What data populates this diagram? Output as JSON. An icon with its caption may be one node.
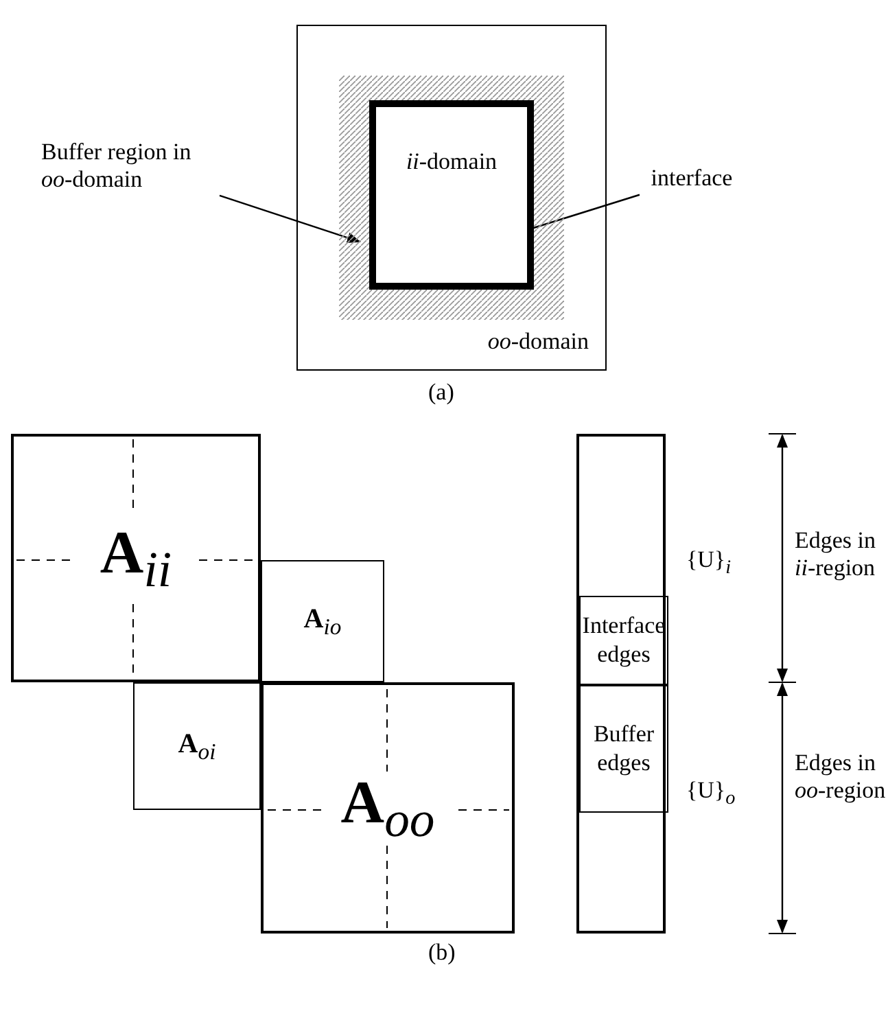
{
  "diagram": {
    "nodes": [
      {
        "text": [
          "*oo*-domain"
        ]
      },
      {
        "text": [],
        "shape": "box",
        "in": 0
      },
      {
        "text": [
          "*ii*-domain"
        ],
        "in": 1
      },
      {
        "text": [
          "Buffer region in *oo*-domain"
        ]
      },
      {
        "text": [
          "interface"
        ]
      },
      {
        "text": [
          "**A**$_{ii}$"
        ]
      },
      {
        "text": [
          "**A**$_{io}$"
        ]
      },
      {
        "text": [
          "**A**$_{oi}$"
        ]
      },
      {
        "text": [
          "**A**$_{oo}$"
        ]
      },
      {
        "text": [],
        "shape": "box"
      },
      {
        "text": [
          "Interface edges"
        ],
        "in": 9
      },
      {
        "text": [
          "Buffer edges"
        ],
        "in": 9
      }
    ],
    "edges": [
      {
        "from": 3,
        "to": 1,
        "arrow": "to"
      },
      {
        "from": 4,
        "to": 2,
        "arrow": "to"
      }
    ],
    "labels": [
      "(a)",
      "{U}$_{i}$",
      "Edges in *ii*-region",
      "{U}$_{o}$",
      "Edges in *oo*-region",
      "(b)"
    ]
  }
}
